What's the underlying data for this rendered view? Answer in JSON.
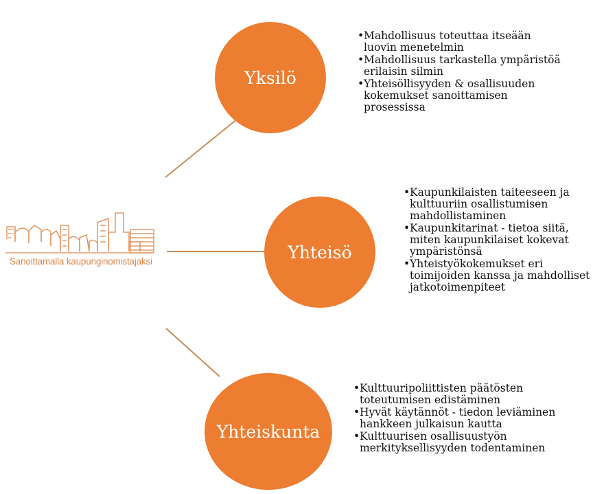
{
  "colors": {
    "circle": "#ED7D31",
    "connector": "#C98B57",
    "logo": "#E0874A"
  },
  "logo": {
    "text": "Sanoittamalla kaupunginomistajaksi",
    "icon": "city-skyline-icon"
  },
  "nodes": [
    {
      "label": "Yksilö",
      "bullets": [
        "Mahdollisuus toteuttaa itseään luovin menetelmin",
        "Mahdollisuus tarkastella ympäristöä erilaisin silmin",
        "Yhteisöllisyyden & osallisuuden kokemukset sanoittamisen prosessissa"
      ]
    },
    {
      "label": "Yhteisö",
      "bullets": [
        "Kaupunkilaisten taiteeseen ja kulttuuriin osallistumisen mahdollistaminen",
        "Kaupunkitarinat - tietoa siitä, miten kaupunkilaiset kokevat ympäristönsä",
        "Yhteistyökokemukset eri toimijoiden kanssa ja mahdolliset jatkotoimenpiteet"
      ]
    },
    {
      "label": "Yhteiskunta",
      "bullets": [
        "Kulttuuripoliittisten päätösten toteutumisen edistäminen",
        "Hyvät käytännöt - tiedon leviäminen hankkeen julkaisun kautta",
        "Kulttuurisen osallisuustyön merkityksellisyyden todentaminen"
      ]
    }
  ]
}
